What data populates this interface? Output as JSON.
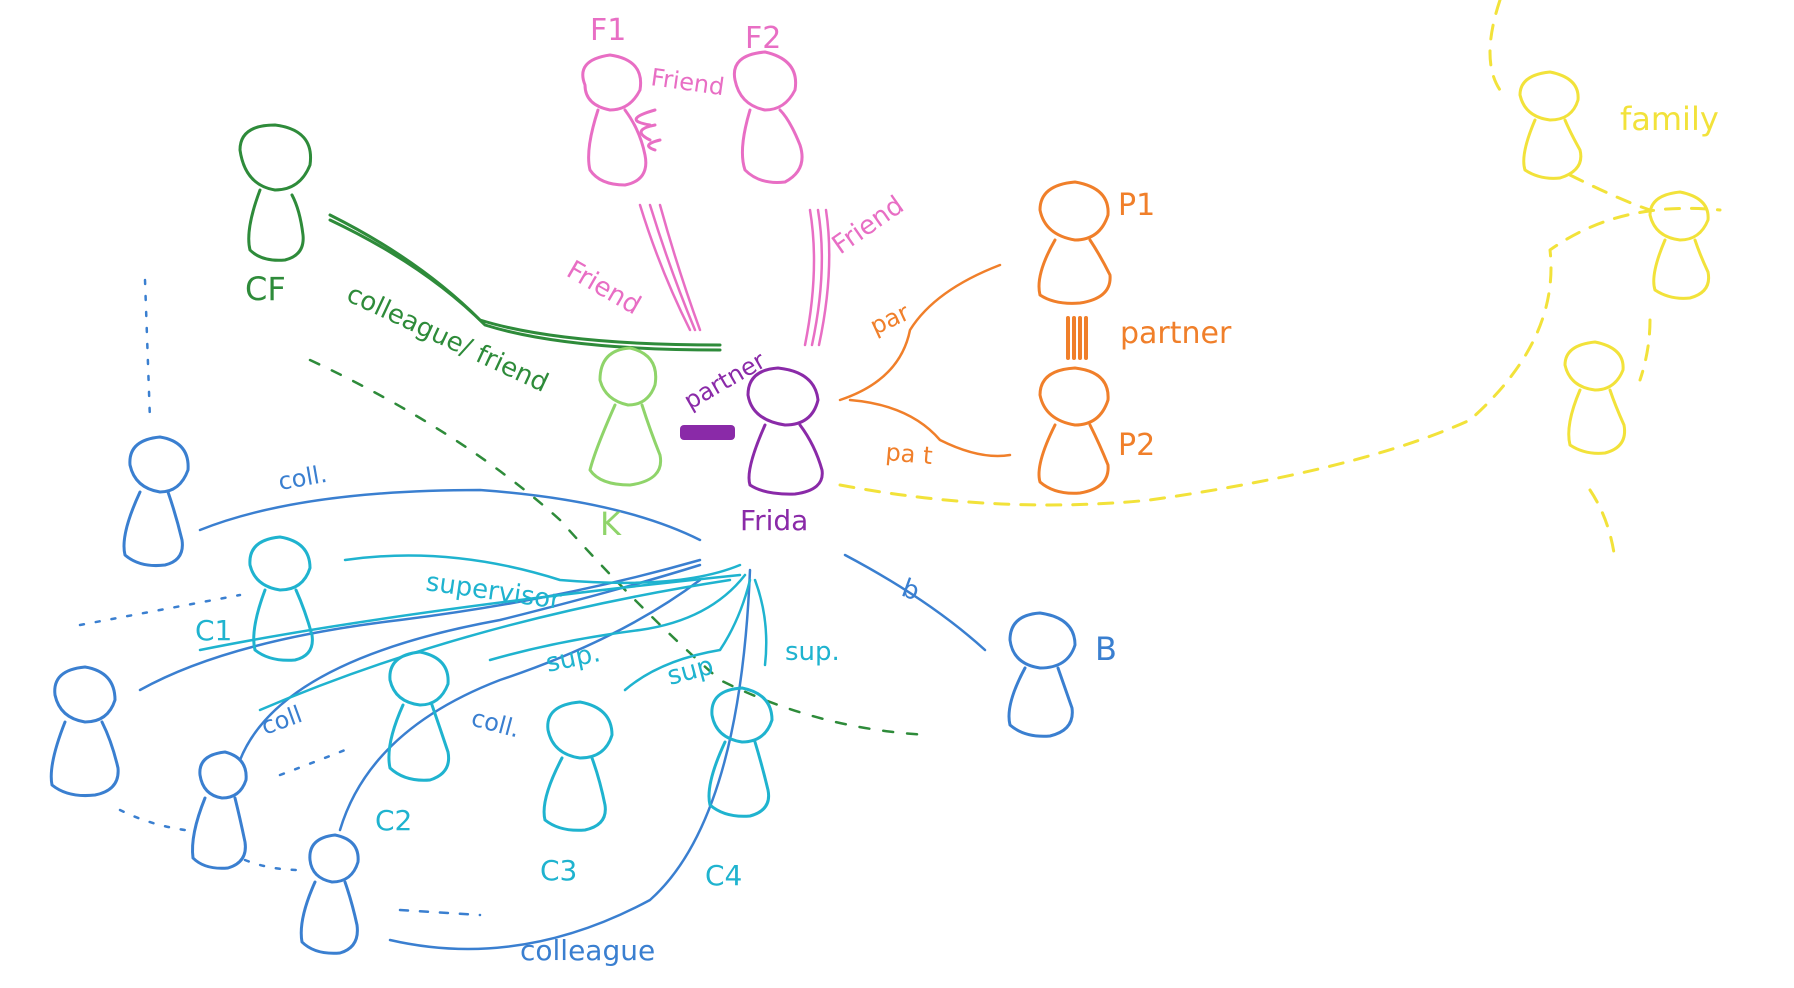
{
  "colors": {
    "pink": "#e86ec4",
    "green": "#2e8b3a",
    "lightgreen": "#8fd46a",
    "purple": "#8a2aa8",
    "orange": "#f07f2a",
    "yellow": "#f2e23a",
    "blue": "#3a7fd0",
    "cyan": "#1fb3cf",
    "gray": "#9a9a9a"
  },
  "people": {
    "f1": "F1",
    "f2": "F2",
    "cf": "CF",
    "k": "K",
    "frida": "Frida",
    "p1": "P1",
    "p2": "P2",
    "b": "B",
    "c1": "C1",
    "c2": "C2",
    "c3": "C3",
    "c4": "C4"
  },
  "relations": {
    "f1_f2": "Friend",
    "f1_frida": "Friend",
    "f2_frida": "Friend",
    "cf_k": "colleague/ friend",
    "k_frida": "partner",
    "p1_p2": "partner",
    "frida_p1": "par",
    "frida_p2": "pa t",
    "frida_family": "family",
    "frida_b": "b",
    "frida_c1": "supervisor",
    "frida_c2": "sup.",
    "frida_c3": "sup",
    "frida_c4": "sup.",
    "coll_top": "coll.",
    "coll_left": "coll",
    "coll_mid": "coll.",
    "coll_bottom": "colleague"
  }
}
